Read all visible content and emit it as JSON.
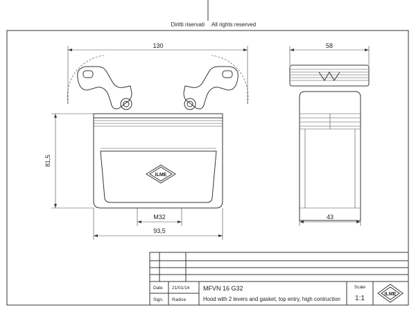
{
  "header": {
    "rights_it": "Diritti riservati",
    "rights_en": "All rights reserved"
  },
  "dimensions": {
    "front_width": "130",
    "front_height": "81,5",
    "thread": "M32",
    "base_width": "93,5",
    "side_width_top": "58",
    "side_width_bottom": "43"
  },
  "title_block": {
    "date_label": "Date",
    "date_value": "21/01/14",
    "sign_label": "Sign.",
    "sign_value": "Radice",
    "code": "MFVN 16 G32",
    "description": "Hood with 2 levers and gasket, top entry, high contruction",
    "scale_label": "Scale",
    "scale_value": "1:1",
    "logo_text": "ILME"
  },
  "center_logo_text": "ILME"
}
